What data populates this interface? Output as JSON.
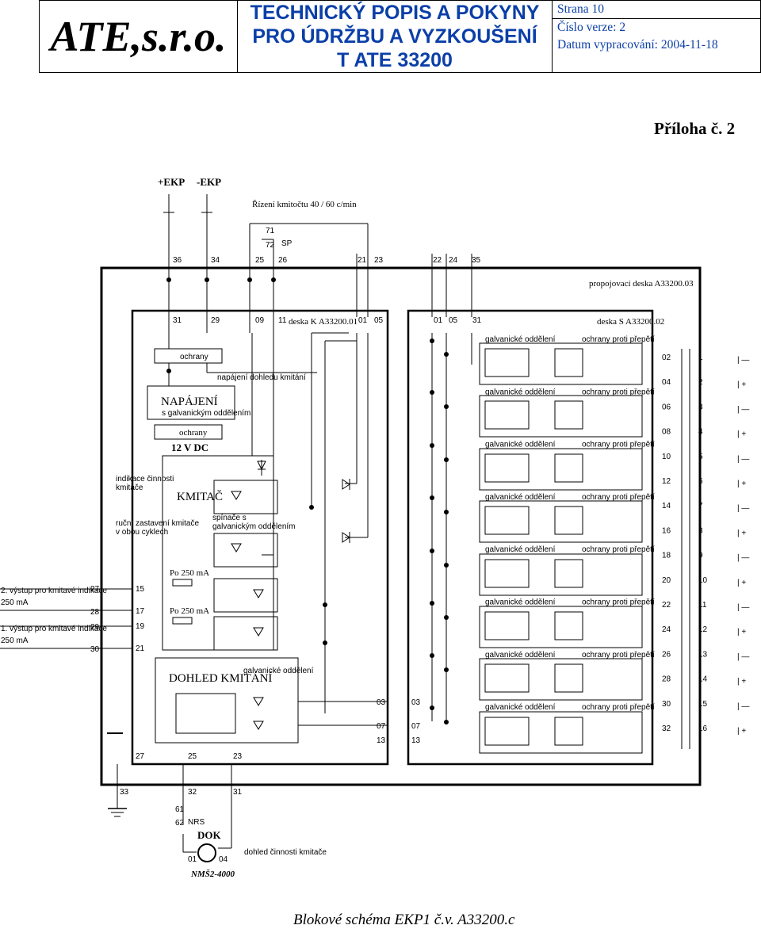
{
  "header": {
    "company": "ATE,s.r.o.",
    "title_line1": "TECHNICKÝ POPIS A POKYNY",
    "title_line2": "PRO ÚDRŽBU A VYZKOUŠENÍ",
    "title_line3": "T ATE 33200",
    "page": "Strana 10",
    "version": "Číslo verze: 2",
    "date": "Datum vypracování: 2004-11-18"
  },
  "appendix": "Příloha č. 2",
  "caption": "Blokové schéma EKP1 č.v. A33200.c",
  "diagram": {
    "power_plus": "+EKP",
    "power_minus": "-EKP",
    "freq_control": "Řízení kmitočtu 40 / 60 c/min",
    "t71": "71",
    "t72": "72",
    "sp": "SP",
    "top_terminals": [
      "36",
      "34",
      "25",
      "26",
      "21",
      "23",
      "22",
      "24",
      "35"
    ],
    "board_connect": "propojovací deska A33200.03",
    "board_k": "deska K A33200.01",
    "board_s": "deska S A33200.02",
    "k_terms": [
      "31",
      "29",
      "09",
      "11",
      "01",
      "05"
    ],
    "s_terms": [
      "01",
      "05",
      "31"
    ],
    "ochrany": "ochrany",
    "napajeni": "NAPÁJENÍ",
    "napajeni_sub": "s galvanickým oddělením",
    "ochrany2": "ochrany",
    "v12": "12 V DC",
    "napajeni_dohledu": "napájení dohledu kmitání",
    "kmitac": "KMITAČ",
    "indikace": "indikace činnosti",
    "indikace2": "kmitače",
    "rucni": "ruční zastavení kmitače",
    "rucni2": "v obou cyklech",
    "spinace": "spínače s",
    "spinace2": "galvanickým oddělením",
    "po250a": "Po 250 mA",
    "po250b": "Po 250 mA",
    "dohled": "DOHLED KMITÁNÍ",
    "galv_dohled": "galvanické oddělení",
    "out2a": "2. výstup pro kmitavé indikace",
    "out2b": "250 mA",
    "out1a": "1. výstup pro kmitavé indikace",
    "out1b": "250 mA",
    "left_terms": [
      "27",
      "28",
      "29",
      "30"
    ],
    "kin_terms": [
      "15",
      "17",
      "19",
      "21"
    ],
    "k_bottom_terms": [
      "27",
      "25",
      "23"
    ],
    "mid_terms_a": [
      "03",
      "07",
      "13"
    ],
    "mid_terms_b": [
      "03",
      "07",
      "13"
    ],
    "galv": "galvanické oddělení",
    "ochrany_prepeti": "ochrany proti přepětí",
    "s_out_terms": [
      "02",
      "04",
      "06",
      "08",
      "10",
      "12",
      "14",
      "16",
      "18",
      "20",
      "22",
      "24",
      "26",
      "28",
      "30",
      "32"
    ],
    "ext_terms": [
      "1",
      "2",
      "3",
      "4",
      "5",
      "6",
      "7",
      "8",
      "9",
      "10",
      "11",
      "12",
      "13",
      "14",
      "15",
      "16"
    ],
    "bottom_terms": [
      "33",
      "32",
      "31"
    ],
    "t61": "61",
    "t62": "62",
    "nrs": "NRS",
    "dok": "DOK",
    "dok_t1": "01",
    "dok_t2": "04",
    "dohled_cinnosti": "dohled činnosti kmitače",
    "nms": "NMŠ2-4000"
  }
}
